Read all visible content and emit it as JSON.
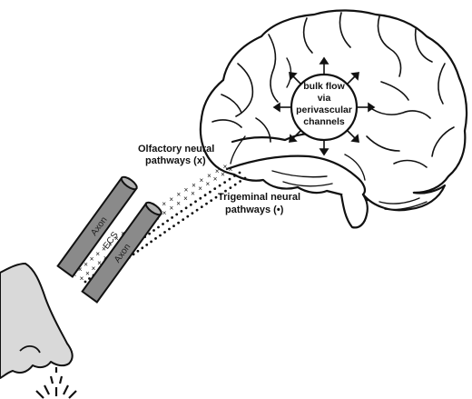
{
  "diagram": {
    "labels": {
      "bulk_flow": [
        "bulk flow",
        "via",
        "perivascular",
        "channels"
      ],
      "olfactory": [
        "Olfactory neural",
        "pathways (x)"
      ],
      "trigeminal": [
        "Trigeminal neural",
        "pathways (•)"
      ],
      "axon_top": "Axon",
      "axon_bottom": "Axon",
      "ecs": "ECS"
    },
    "icons": [
      "brain-outline",
      "nose-outline",
      "spray-icon",
      "axon-cylinder"
    ],
    "colors": {
      "line": "#111111",
      "axon_fill": "#8a8a8a",
      "nose_fill": "#d9d9d9",
      "background": "#ffffff"
    }
  }
}
